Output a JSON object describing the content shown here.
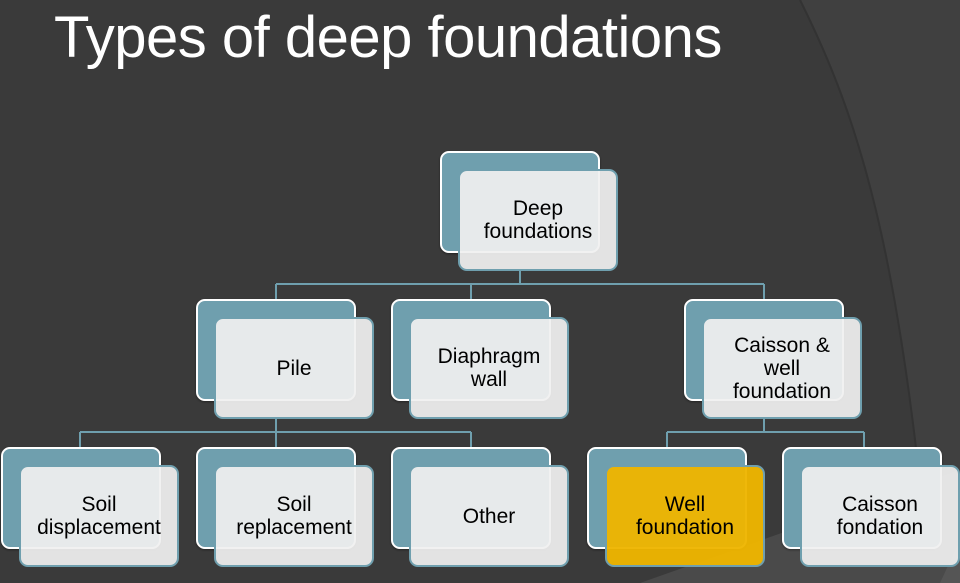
{
  "slide": {
    "title": "Types of deep foundations"
  },
  "colors": {
    "background": "#3a3a3a",
    "box_back": "#6f9fae",
    "box_front": "#eef3f5",
    "highlight": "#f0bb12",
    "connector": "#6f9fae",
    "title_text": "#ffffff"
  },
  "diagram": {
    "root": {
      "label": "Deep foundations"
    },
    "level1": [
      {
        "label": "Pile"
      },
      {
        "label": "Diaphragm wall"
      },
      {
        "label": "Caisson & well foundation"
      }
    ],
    "level2": [
      {
        "label": "Soil displacement",
        "parent": "Pile"
      },
      {
        "label": "Soil replacement",
        "parent": "Pile"
      },
      {
        "label": "Other",
        "parent": "Pile"
      },
      {
        "label": "Well foundation",
        "parent": "Caisson & well foundation",
        "highlighted": true
      },
      {
        "label": "Caisson fondation",
        "parent": "Caisson & well foundation"
      }
    ]
  }
}
